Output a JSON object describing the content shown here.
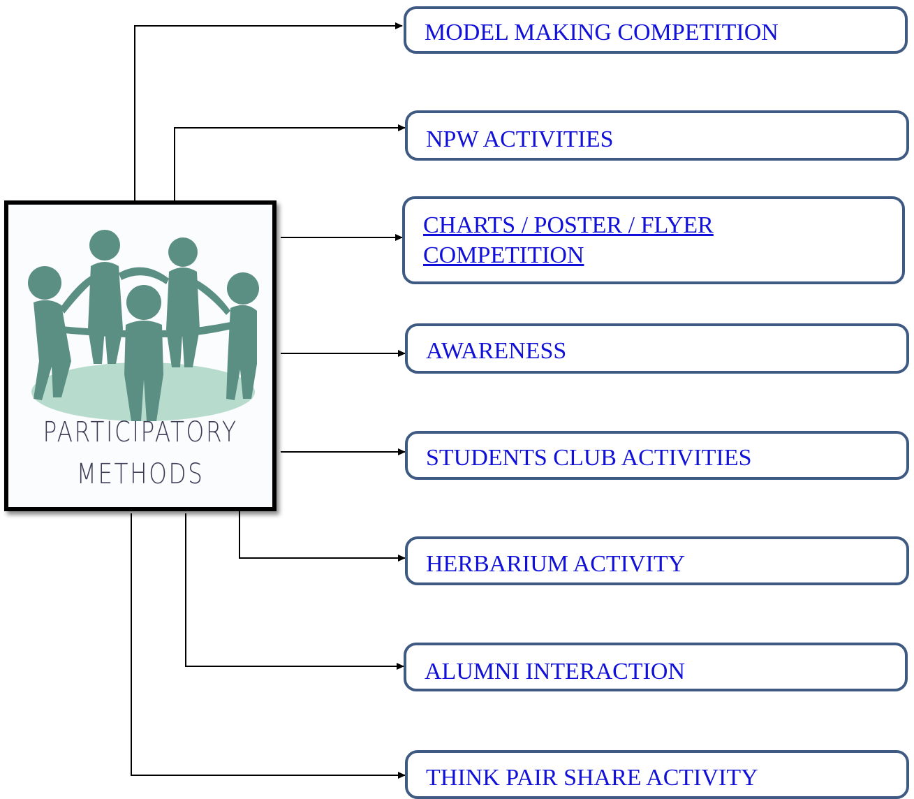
{
  "diagram": {
    "center": {
      "title_line1": "PARTICIPATORY",
      "title_line2": "METHODS",
      "illustration": "people-circle-holding-hands",
      "colors": {
        "figures": "#5b8f83",
        "ground": "#b7dccd",
        "title": "#3d3f58",
        "border": "#000000"
      }
    },
    "items": [
      {
        "label": "MODEL MAKING COMPETITION"
      },
      {
        "label": "NPW ACTIVITIES"
      },
      {
        "label": "CHARTS / POSTER / FLYER COMPETITION",
        "line1": "CHARTS / POSTER / FLYER ",
        "line2": "COMPETITION"
      },
      {
        "label": "AWARENESS"
      },
      {
        "label": "STUDENTS CLUB ACTIVITIES"
      },
      {
        "label": "HERBARIUM ACTIVITY"
      },
      {
        "label": "ALUMNI INTERACTION"
      },
      {
        "label": "THINK PAIR SHARE ACTIVITY"
      }
    ],
    "colors": {
      "item_text": "#1010d8",
      "item_border": "#3f5a82",
      "connector": "#000000"
    }
  }
}
